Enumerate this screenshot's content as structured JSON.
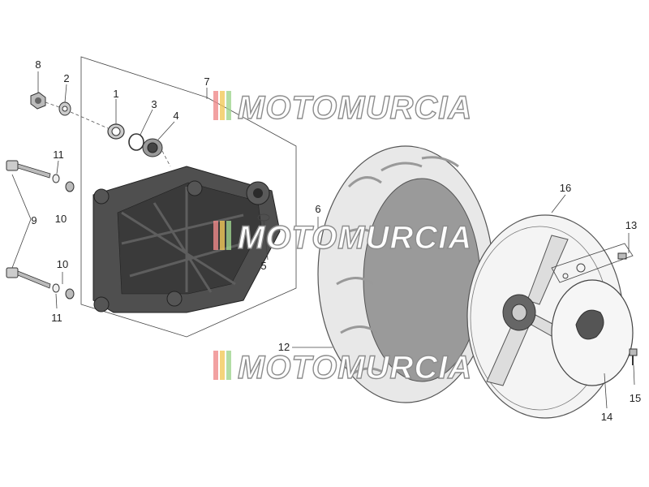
{
  "diagram": {
    "callouts": [
      "1",
      "2",
      "3",
      "4",
      "5",
      "6",
      "7",
      "8",
      "9",
      "10",
      "10",
      "11",
      "11",
      "12",
      "13",
      "14",
      "15",
      "16"
    ]
  },
  "watermark": {
    "text": "MOTOMURCIA",
    "stripe_colors": [
      "#ef8a8a",
      "#f2c95a",
      "#9fd48f"
    ]
  },
  "colors": {
    "part_fill": "#4f4f4f",
    "part_dark": "#333333",
    "tyre_fill": "#e8e8e8",
    "rim_fill": "#f4f4f4",
    "line": "#444444"
  }
}
